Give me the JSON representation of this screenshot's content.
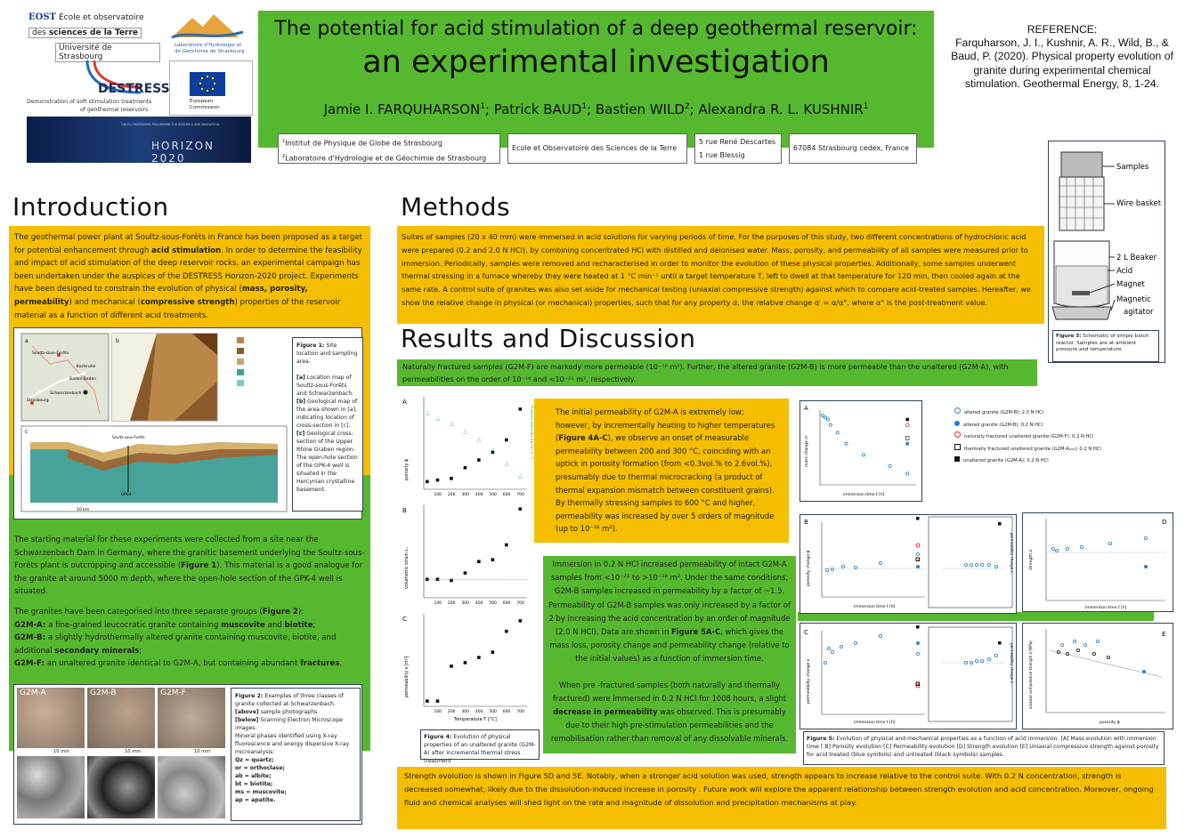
{
  "logos": {
    "eost_abbr": "EOST",
    "eost_line1": "École et observatoire",
    "eost_line2_pre": "des ",
    "eost_line2_bold": "sciences de la Terre",
    "eost_line3": "Université de Strasbourg",
    "lhyges_line1": "Laboratoire d'Hydrologie et",
    "lhyges_line2": "de Géochimie de Strasbourg",
    "destress_name": "DESTRESS",
    "destress_tag1": "Demonstration of soft stimulation treatments",
    "destress_tag2": "of geothermal reservoirs",
    "eu_line1": "European",
    "eu_line2": "Commission",
    "horizon_small": "THE EU FRAMEWORK PROGRAMME FOR RESEARCH AND INNOVATION",
    "horizon": "HORIZON 2020"
  },
  "header": {
    "title_line1": "The potential for acid stimulation of a deep geothermal reservoir:",
    "title_line2": "an experimental investigation",
    "a1": "Jamie I. FARQUHARSON",
    "a1_sup": "1",
    "a2": "; Patrick BAUD",
    "a2_sup": "1",
    "a3": "; Bastien WILD",
    "a3_sup": "2",
    "a4": "; Alexandra R. L. KUSHNIR",
    "a4_sup": "1",
    "aff1_sup": "1",
    "aff1": "Institut de Physique de Globe de Strasbourg",
    "aff2_sup": "2",
    "aff2": "Laboratoire d'Hydrologie et de Géochimie de Strasbourg",
    "school": "Ecole et Observatoire des Sciences de la Terre",
    "street1": "5 rue René Descartes",
    "street2": "1 rue Blessig",
    "city": "67084 Strasbourg cedex, France"
  },
  "reference": {
    "label": "REFERENCE:",
    "text": "Farquharson, J. I., Kushnir, A. R., Wild, B., & Baud, P. (2020). Physical property evolution of granite during experimental chemical stimulation. Geothermal Energy, 8, 1-24."
  },
  "introduction": {
    "heading": "Introduction",
    "p1_a": "The geothermal power plant at Soultz-sous-Forêts in France has been proposed as a target for potential enhancement through ",
    "p1_b": "acid stimulation",
    "p1_c": ". In order to determine the feasibility and impact of acid stimulation of the deep reservoir  rocks, an experimental campaign has been undertaken under the auspices of the DESTRESS Horizon-2020 project. Experiments have been designed to constrain the evolution of physical (",
    "p1_d": "mass, porosity, permeability",
    "p1_e": ") and mechanical (",
    "p1_f": "compressive strength",
    "p1_g": ") properties of the reservoir material as a function of different acid treatments.",
    "fig1_title": "Figure 1:",
    "fig1_t1": " Site location and sampling area.",
    "fig1_a": "[a]",
    "fig1_a_t": " Location map of Soultz-sous-Forêts and Schwarzenbach.",
    "fig1_b": "[b]",
    "fig1_b_t": " Geological map of the area shown in [a], indicating location of cross-section in [c].",
    "fig1_c": "[c]",
    "fig1_c_t": " Geological cross-section of the Upper Rhine Graben region. The open-hole section of the GPK-4 well is situated in the Hercynian crystalline basement.",
    "map_labels": [
      "Soultz-sous-Forêts",
      "Karlsruhe",
      "Baden-Baden",
      "Schwarzenbach",
      "Strasbourg",
      "GPK-4",
      "Soultz-sous-Forêts",
      "10 km"
    ],
    "p2_a": "The starting material for these experiments were collected from a site near the Schwarzenbach Dam in Germany, where the granitic basement underlying the Soultz-sous-Forêts plant is outcropping and accessible (",
    "p2_b": "Figure 1",
    "p2_c": "). This material is a good analogue for the granite at around 5000 m depth, where the open-hole section of the GPK-4 well is situated.",
    "p3_a": "The granites have been categorised into three separate groups (",
    "p3_b": "Figure 2",
    "p3_c": "):",
    "g1_k": "G2M-A:",
    "g1_a": " a fine-grained leucocratic granite containing ",
    "g1_b": "muscovite",
    "g1_c": " and ",
    "g1_d": "biotite",
    "g1_e": ";",
    "g2_k": "G2M-B:",
    "g2_a": " a slightly hydrothermally altered granite containing muscovite, biotite, and additional ",
    "g2_b": "secondary minerals",
    "g2_c": ";",
    "g3_k": "G2M-F:",
    "g3_a": " an unaltered granite identical to G2M-A, but containing abundant ",
    "g3_b": "fractures",
    "g3_c": ".",
    "sample_labels": [
      "G2M-A",
      "G2M-B",
      "G2M-F"
    ],
    "scale_10mm": "10 mm",
    "fig2_title": "Figure 2:",
    "fig2_t1": " Examples of three classes of granite collected at Schwarzenbach.",
    "fig2_above": "[above]",
    "fig2_above_t": " sample photographs.",
    "fig2_below": "[below]",
    "fig2_below_t": " Scanning Electron Microscope images.",
    "fig2_t2": "Mineral phases identified using X-ray fluorescence and energy dispersive X-ray microanalysis:",
    "minerals": [
      "Qz = quartz;",
      "or = orthoclase;",
      "ab = albite;",
      "bt = biotite;",
      "ms = muscovite;",
      "ap = apatite."
    ]
  },
  "methods": {
    "heading": "Methods",
    "text": "Suites of samples (20 x 40 mm) were immersed in acid solutions for varying periods of time. For the purposes of this study, two different concentrations of hydrochloric acid were prepared (0.2 and 2.0 N HCl), by combining concentrated HCl with distilled and deionised water. Mass, porosity, and permeability of all samples were measured prior to immersion. Periodically, samples were removed and recharacterised in order to monitor the evolution of these physical properties. Additionally, some samples underwent thermal stressing in a furnace whereby they were heated at 1 °C min⁻¹ until a target temperature T, left to dwell at that temperature for 120 min, then cooled again at the same rate. A control suite of granites was also set aside for mechanical testing (uniaxial compressive strength) against which to compare acid-treated samples.  Hereafter, we show the relative change in physical (or mechanical) properties, such that for any property α, the relative change α′ = α/α°, where α° is the post-treatment value.",
    "reactor_labels": [
      "Samples",
      "Wire basket",
      "2 L Beaker",
      "Acid",
      "Magnet",
      "Magnetic",
      "agitator"
    ],
    "fig3_title": "Figure 3:",
    "fig3_text": " Schematic of simple batch reactor. Samples are at ambient pressure and temperature."
  },
  "results": {
    "heading": "Results and Discussion",
    "banner": "Naturally fractured samples (G2M-F)  are markedy more permeable (10⁻¹⁶ m²). Further, the altered granite (G2M-B) is more permeable than the unaltered (G2M-A), with permeabilities on the order of 10⁻¹⁸ and <10⁻²¹ m², respectively.",
    "thermal_a": "The initial permeability of G2M-A is extremely low; however, by incrementally heating to higher temperatures (",
    "thermal_b": "Figure 4A-C",
    "thermal_c": "), we observe an onset of measurable permeability between 200 and 300 °C, coinciding with an uptick in porosity formation (from <0.3vol.% to 2.6vol.%), presumably due to thermal microcracking (a product of thermal expansion mismatch between constituent grains). By thermally stressing samples to 600 °C and higher, permeability was increased by over 5 orders of magnitude (up to 10⁻¹⁶ m²).",
    "immersion_a": "Immersion in 0.2 N HCl increased permeability of intact G2M-A samples from <10⁻²¹ to >10⁻¹⁸ m². Under the same conditions, G2M-B samples increased in permeability by a factor of ~1.5. Permeability of G2M-B samples was only increased by a factor of 2 by increasing the acid concentration by an order of magnitude (2.0 N HCl). Data are shown in ",
    "immersion_b": "Figure 5A-C",
    "immersion_c": ", which gives the mass loss, porosity change and permeability change (relative to the initial values) as a function of immersion time.",
    "prefrac_a": "When pre -fractured samples (both naturally and thermally fractured) were immersed in 0.2 N HCl for 1008 hours, a slight ",
    "prefrac_b": "decrease in permeability",
    "prefrac_c": " was observed. This is  presumably due to their high pre-stimulation permeabilities and the remobilisation rather than removal of any dissolvable minerals.",
    "fig4_title": "Figure 4:",
    "fig4_text": " Evolution of physical properties of an unaltered granite (G2M-A) after incremental thermal stress treatment",
    "fig5_title": "Figure 5:",
    "fig5_text": " Evolution of physical and mechanical properties as a function of acid immersion. [A] Mass evolution with immersion time [  B] Porosity evolution  [C] Permeability evolution [D] Strength evolution [E] Uniaxial compressive strength against porosity for acid treated (blue symbols) and untreated (black symbols) samples.",
    "legend": [
      "altered granite (G2M-B); 2.0 N HCl",
      "altered granite (G2M-B); 0.2 N HCl",
      "naturally fractured unaltered granite (G2M-F); 0.2 N HCl",
      "thermally fractured unaltered granite (G2M-A₆₀₀); 0.2 N HCl",
      "unaltered granite (G2M-A); 0.2 N HCl"
    ],
    "axis": {
      "temperature": "Temperature T [°C]",
      "porosity": "porosity ϕ",
      "pwave": "P-wave velocity Vp [m s⁻¹]",
      "volstrain": "volumetric strain εᵥ",
      "perm": "permeability κ [m²]",
      "mass": "mass change m′",
      "time": "immersion time t [h]",
      "porchange": "porosity change ϕ′",
      "permchange": "permeability change κ′",
      "strength": "strength σ′",
      "ucs": "uniaxial compressive strength σ [MPa]",
      "porosity_e": "porosity ϕ"
    },
    "panel_letters": [
      "A",
      "B",
      "C",
      "D",
      "E"
    ]
  },
  "conclusion": {
    "text": "Strength evolution is shown in Figure 5D and 5E. Notably, when a stronger acid solution was used, strength appears to increase relative to the control suite. With 0.2 N concentration, strength is decreased somewhat, likely due to the dissolution-induced increase in porosity . Future work will explore the apparent relationship between strength evolution and acid concentration. Moreover, ongoing fluid and chemical analyses will shed light on the rate and magnitude of dissolution and precipitation mechanisms at play."
  },
  "chart_data": [
    {
      "type": "scatter",
      "panel": "4A",
      "x": [
        25,
        100,
        200,
        300,
        400,
        500,
        600,
        700
      ],
      "series": [
        {
          "name": "porosity ϕ",
          "values": [
            0.0025,
            0.003,
            0.0035,
            0.007,
            0.0095,
            0.012,
            0.016,
            0.026
          ]
        },
        {
          "name": "P-wave velocity Vp [m s⁻¹]",
          "values": [
            4900,
            4700,
            4500,
            4200,
            3900,
            3500,
            3000,
            2500
          ]
        }
      ],
      "xlabel": "Temperature T [°C]",
      "ylabel": "porosity ϕ",
      "xlim": [
        0,
        750
      ],
      "ylim": [
        0,
        0.03
      ]
    },
    {
      "type": "scatter",
      "panel": "4B",
      "x": [
        25,
        100,
        200,
        300,
        400,
        500,
        600,
        700
      ],
      "values": [
        0.0,
        0.0,
        -0.0003,
        0.0017,
        0.0048,
        0.0053,
        0.0093,
        0.019
      ],
      "xlabel": "Temperature T [°C]",
      "ylabel": "volumetric strain εᵥ",
      "xlim": [
        0,
        750
      ],
      "ylim": [
        -0.005,
        0.02
      ]
    },
    {
      "type": "scatter",
      "panel": "4C",
      "x": [
        25,
        100,
        200,
        300,
        400,
        500,
        600,
        700
      ],
      "values": [
        -21,
        -21,
        -19,
        -18.8,
        -18.5,
        -18.2,
        -17,
        -16.4
      ],
      "xlabel": "Temperature T [°C]",
      "ylabel": "permeability κ [m²]",
      "xlim": [
        0,
        750
      ],
      "ylim": [
        -21.3,
        -16
      ]
    },
    {
      "type": "scatter",
      "panel": "5A",
      "x": [
        30,
        60,
        90,
        120,
        200,
        300,
        500,
        800,
        1000
      ],
      "values": [
        0.9985,
        0.998,
        0.9975,
        0.996,
        0.994,
        0.991,
        0.988,
        0.985,
        0.983
      ],
      "xlabel": "immersion time t [h]",
      "ylabel": "mass change m′"
    }
  ]
}
